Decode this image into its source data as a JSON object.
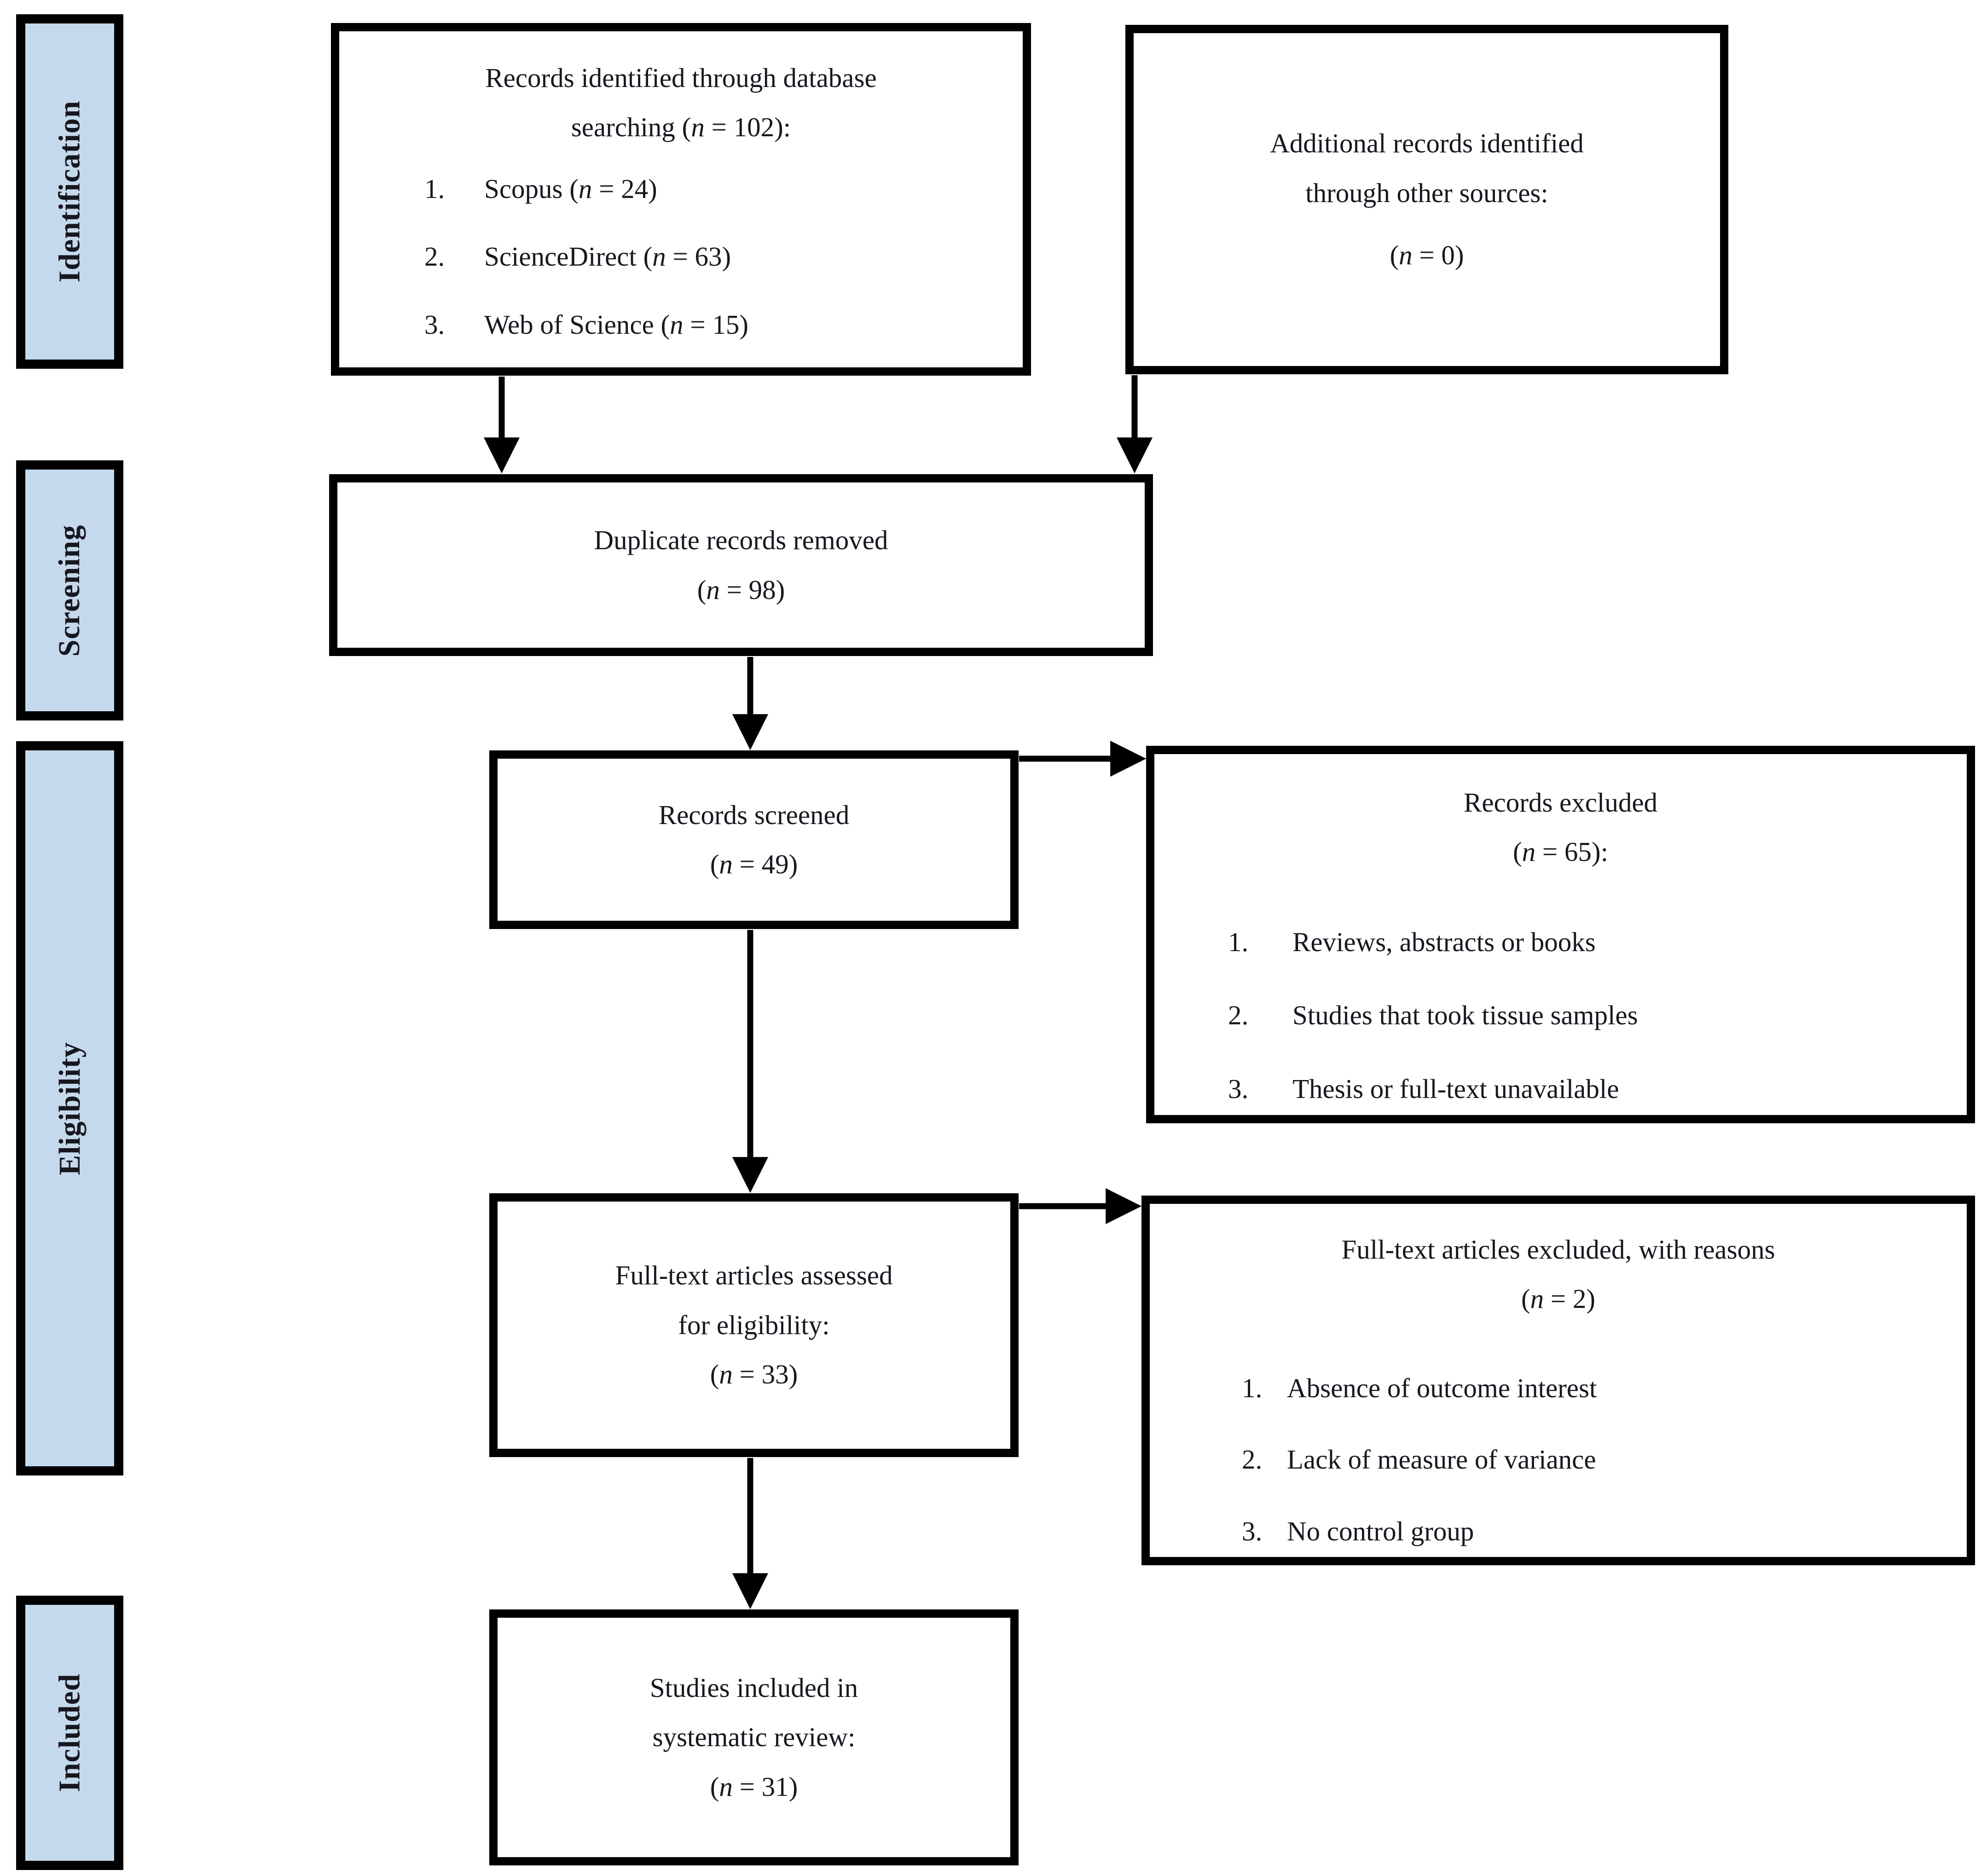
{
  "palette": {
    "sidebar_fill": "#c5d9ec",
    "line": "#000000",
    "text": "#17171f"
  },
  "stages": [
    {
      "label": "Identification"
    },
    {
      "label": "Screening"
    },
    {
      "label": "Eligibility"
    },
    {
      "label": "Included"
    }
  ],
  "boxes": {
    "identified": {
      "line1": "Records identified through database",
      "line2": "searching (n = 102):",
      "items": [
        {
          "num": "1.",
          "text": "Scopus (n = 24)"
        },
        {
          "num": "2.",
          "text": "ScienceDirect (n = 63)"
        },
        {
          "num": "3.",
          "text": "Web of Science (n = 15)"
        }
      ]
    },
    "additional": {
      "line1": "Additional records identified",
      "line2": "through other sources:",
      "line3": "(n = 0)"
    },
    "duplicates": {
      "line1": "Duplicate records removed",
      "line2": "(n = 98)"
    },
    "screened": {
      "line1": "Records screened",
      "line2": "(n = 49)"
    },
    "excluded": {
      "line1": "Records excluded",
      "line2": "(n = 65):",
      "items": [
        {
          "num": "1.",
          "text": "Reviews, abstracts or books"
        },
        {
          "num": "2.",
          "text": "Studies that took tissue samples"
        },
        {
          "num": "3.",
          "text": "Thesis or full-text unavailable"
        }
      ]
    },
    "fulltext": {
      "line1": "Full-text articles assessed",
      "line2": "for eligibility:",
      "line3": "(n = 33)"
    },
    "fulltext_excluded": {
      "line1": "Full-text articles excluded, with reasons",
      "line2": "(n = 2)",
      "items": [
        {
          "num": "1.",
          "text": "Absence of outcome interest"
        },
        {
          "num": "2.",
          "text": "Lack of measure of variance"
        },
        {
          "num": "3.",
          "text": "No control group"
        }
      ]
    },
    "included": {
      "line1": "Studies included in",
      "line2": "systematic review:",
      "line3": "(n = 31)"
    }
  }
}
